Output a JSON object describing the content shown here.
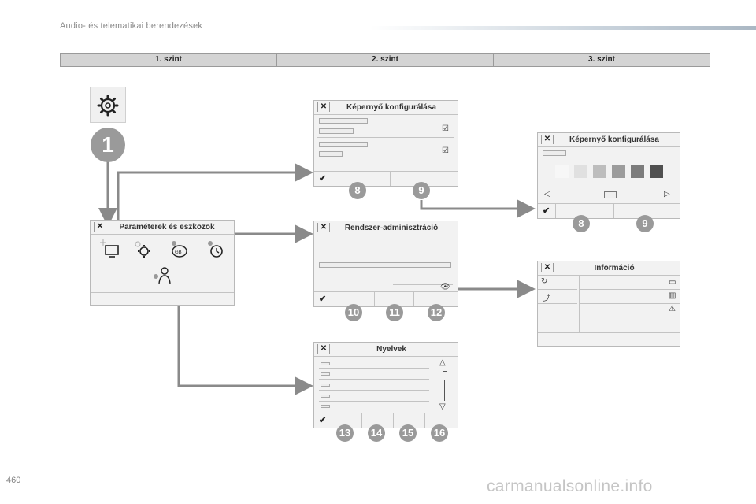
{
  "header": {
    "title": "Audio- és telematikai berendezések"
  },
  "page_number": "460",
  "watermark": "carmanualsonline.info",
  "levels": [
    "1. szint",
    "2. szint",
    "3. szint"
  ],
  "step_badge": "1",
  "panels": {
    "params": {
      "title": "Paraméterek és eszközök",
      "close": "✕"
    },
    "screen_config_1": {
      "title": "Képernyő konfigurálása",
      "close": "✕",
      "badges": [
        "8",
        "9"
      ]
    },
    "screen_config_2": {
      "title": "Képernyő konfigurálása",
      "close": "✕",
      "badges": [
        "8",
        "9"
      ]
    },
    "sysadmin": {
      "title": "Rendszer-adminisztráció",
      "close": "✕",
      "badges": [
        "10",
        "11",
        "12"
      ]
    },
    "info": {
      "title": "Információ",
      "close": "✕"
    },
    "languages": {
      "title": "Nyelvek",
      "close": "✕",
      "badges": [
        "13",
        "14",
        "15",
        "16"
      ]
    }
  },
  "icons": {
    "confirm": "✔",
    "checked_box": "☑",
    "eye": "👁",
    "warning": "⚠",
    "scroll_up": "△",
    "scroll_down": "▽",
    "slider_left": "◁",
    "slider_right": "▷"
  },
  "colors": {
    "badge": "#9a9a9a",
    "arrow": "#8a8a8a",
    "swatches": [
      "#f7f7f7",
      "#e0e0e0",
      "#bdbdbd",
      "#9c9c9c",
      "#7c7c7c",
      "#505050"
    ]
  }
}
